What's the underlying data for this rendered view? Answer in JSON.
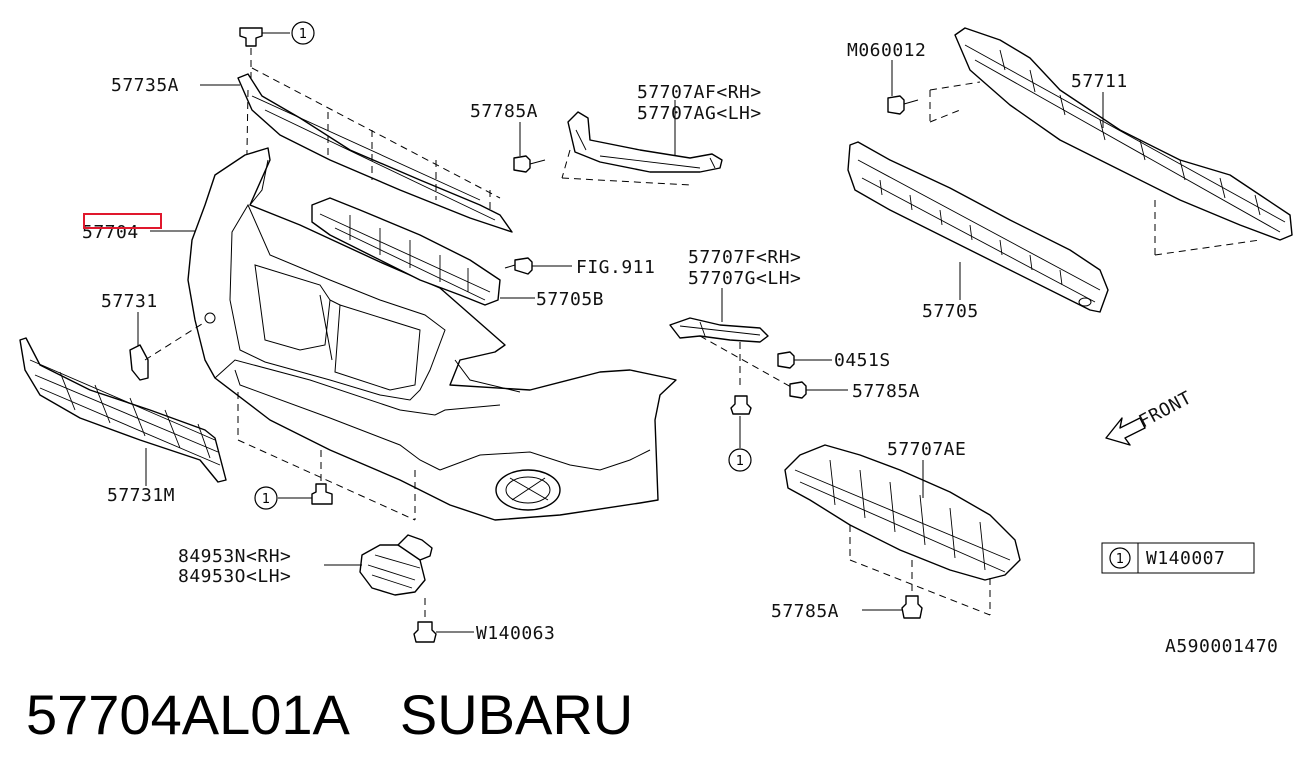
{
  "labels": {
    "l_57735A": "57735A",
    "l_57704": "57704",
    "l_57731": "57731",
    "l_57731M": "57731M",
    "l_57785A_top": "57785A",
    "l_57707AF": "57707AF<RH>",
    "l_57707AG": "57707AG<LH>",
    "l_fig911": "FIG.911",
    "l_57705B": "57705B",
    "l_57707F": "57707F<RH>",
    "l_57707G": "57707G<LH>",
    "l_0451S": "0451S",
    "l_57785A_mid": "57785A",
    "l_M060012": "M060012",
    "l_57711": "57711",
    "l_57705": "57705",
    "l_57707AE": "57707AE",
    "l_57785A_bot": "57785A",
    "l_84953N": "84953N<RH>",
    "l_84953O": "84953O<LH>",
    "l_W140063": "W140063",
    "l_front": "FRONT",
    "l_W140007": "W140007",
    "l_diagram_code": "A590001470"
  },
  "callout_number": "1",
  "highlighted_part": "57704",
  "colors": {
    "highlight": "#e0182d",
    "line": "#000000"
  },
  "footer": {
    "part_number": "57704AL01A",
    "brand": "SUBARU"
  }
}
